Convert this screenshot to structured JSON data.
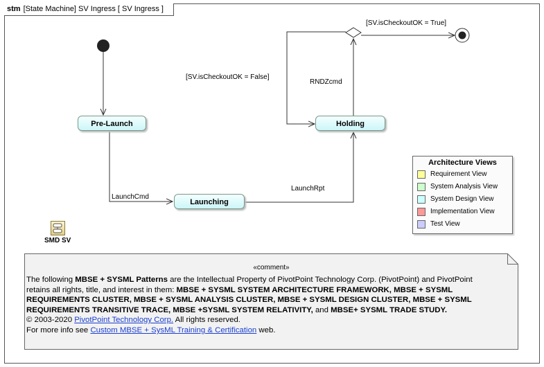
{
  "frame": {
    "keyword": "stm",
    "title": "[State Machine] SV Ingress [ SV Ingress ]"
  },
  "states": {
    "pre_launch": "Pre-Launch",
    "launching": "Launching",
    "holding": "Holding"
  },
  "transitions": {
    "launch_cmd": "LaunchCmd",
    "launch_rpt": "LaunchRpt",
    "rndz_cmd": "RNDZcmd",
    "checkout_false": "[SV.isCheckoutOK = False]",
    "checkout_true": "[SV.isCheckoutOK = True]"
  },
  "legend": {
    "title": "Architecture Views",
    "items": [
      {
        "label": "Requirement View",
        "color": "#ffff99"
      },
      {
        "label": "System Analysis View",
        "color": "#ccffcc"
      },
      {
        "label": "System Design View",
        "color": "#ccffff"
      },
      {
        "label": "Implementation View",
        "color": "#ff9999"
      },
      {
        "label": "Test View",
        "color": "#ccccff"
      }
    ]
  },
  "diagram_ref": {
    "label": "SMD SV",
    "icon": "state-machine-diagram-icon"
  },
  "comment": {
    "stereotype": "«comment»",
    "p1_a": "The following ",
    "p1_b": "MBSE + SYSML Patterns",
    "p1_c": " are the Intellectual Property of PivotPoint Technology Corp. (PivotPoint) and PivotPoint",
    "p2_a": "retains all rights, title, and interest in them: ",
    "p2_b": "MBSE + SYSML SYSTEM ARCHITECTURE FRAMEWORK, MBSE + SYSML",
    "p3": "REQUIREMENTS CLUSTER, MBSE + SYSML ANALYSIS CLUSTER, MBSE + SYSML DESIGN CLUSTER, MBSE + SYSML",
    "p4_a": " REQUIREMENTS TRANSITIVE TRACE, MBSE +SYSML SYSTEM RELATIVITY,",
    "p4_b": " and ",
    "p4_c": "MBSE+ SYSML TRADE STUDY.",
    "p5_a": "© 2003-2020 ",
    "p5_link": "PivotPoint Technology Corp.",
    "p5_b": " All rights reserved.",
    "p6_a": "For more info see ",
    "p6_link": "Custom MBSE + SysML Training & Certification",
    "p6_b": " web."
  }
}
